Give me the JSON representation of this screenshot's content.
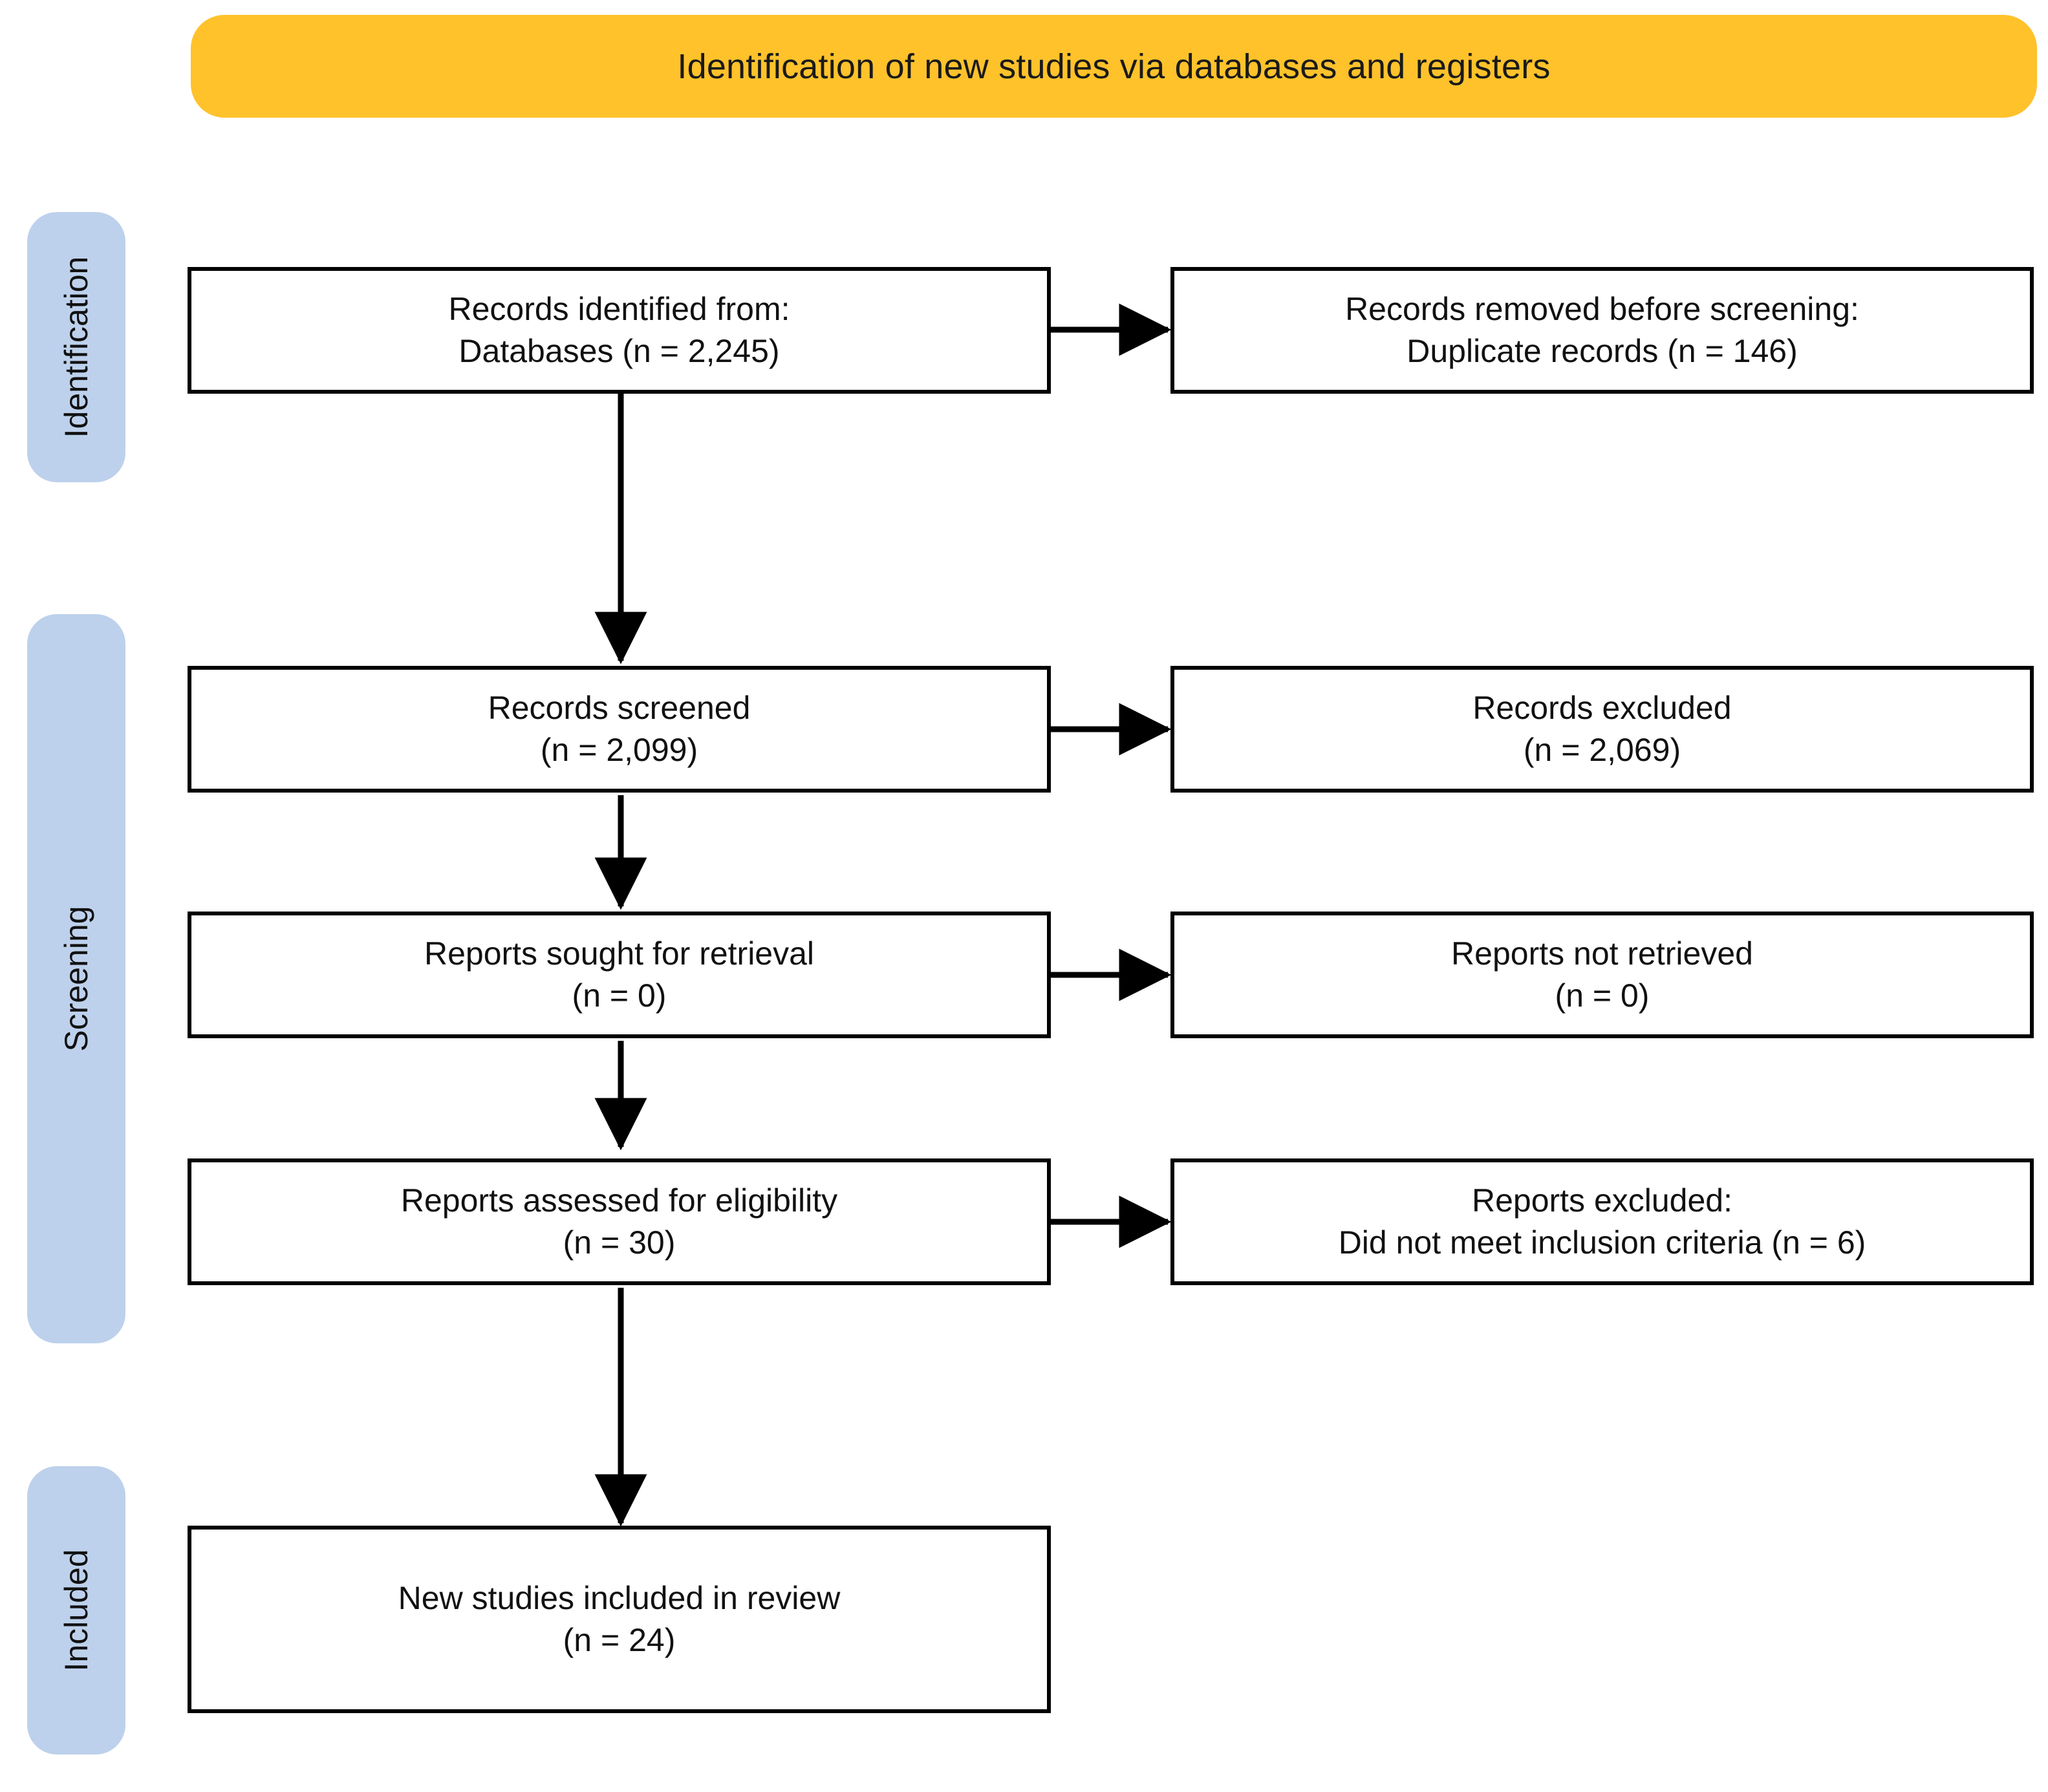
{
  "diagram": {
    "type": "flowchart",
    "standard": "PRISMA 2020 flow diagram",
    "banner": {
      "title": "Identification of new studies via databases and registers",
      "color": "#ffc22b"
    },
    "stage_pill_color": "#bdd1ec",
    "box_border_color": "#000000",
    "stages": [
      {
        "id": "identification",
        "label": "Identification"
      },
      {
        "id": "screening",
        "label": "Screening"
      },
      {
        "id": "included",
        "label": "Included"
      }
    ],
    "boxes": [
      {
        "id": "records-identified",
        "column": "left",
        "stage": "identification",
        "lines": [
          "Records identified from:",
          "Databases (n = 2,245)"
        ],
        "count": 2245
      },
      {
        "id": "records-removed",
        "column": "right",
        "stage": "identification",
        "lines": [
          "Records removed before screening:",
          "Duplicate records (n = 146)"
        ],
        "count": 146
      },
      {
        "id": "records-screened",
        "column": "left",
        "stage": "screening",
        "lines": [
          "Records screened",
          "(n = 2,099)"
        ],
        "count": 2099
      },
      {
        "id": "records-excluded",
        "column": "right",
        "stage": "screening",
        "lines": [
          "Records excluded",
          "(n = 2,069)"
        ],
        "count": 2069
      },
      {
        "id": "reports-sought",
        "column": "left",
        "stage": "screening",
        "lines": [
          "Reports sought for retrieval",
          "(n = 0)"
        ],
        "count": 0
      },
      {
        "id": "reports-not-retrieved",
        "column": "right",
        "stage": "screening",
        "lines": [
          "Reports not retrieved",
          "(n = 0)"
        ],
        "count": 0
      },
      {
        "id": "reports-assessed",
        "column": "left",
        "stage": "screening",
        "lines": [
          "Reports assessed for eligibility",
          "(n = 30)"
        ],
        "count": 30
      },
      {
        "id": "reports-excluded",
        "column": "right",
        "stage": "screening",
        "lines": [
          "Reports excluded:",
          "Did not meet inclusion criteria (n = 6)"
        ],
        "count": 6
      },
      {
        "id": "new-studies-included",
        "column": "left",
        "stage": "included",
        "lines": [
          "New studies included in review",
          "(n = 24)"
        ],
        "count": 24
      }
    ],
    "connectors": [
      {
        "from": "records-identified",
        "to": "records-removed",
        "direction": "right"
      },
      {
        "from": "records-identified",
        "to": "records-screened",
        "direction": "down"
      },
      {
        "from": "records-screened",
        "to": "records-excluded",
        "direction": "right"
      },
      {
        "from": "records-screened",
        "to": "reports-sought",
        "direction": "down"
      },
      {
        "from": "reports-sought",
        "to": "reports-not-retrieved",
        "direction": "right"
      },
      {
        "from": "reports-sought",
        "to": "reports-assessed",
        "direction": "down"
      },
      {
        "from": "reports-assessed",
        "to": "reports-excluded",
        "direction": "right"
      },
      {
        "from": "reports-assessed",
        "to": "new-studies-included",
        "direction": "down"
      }
    ]
  }
}
